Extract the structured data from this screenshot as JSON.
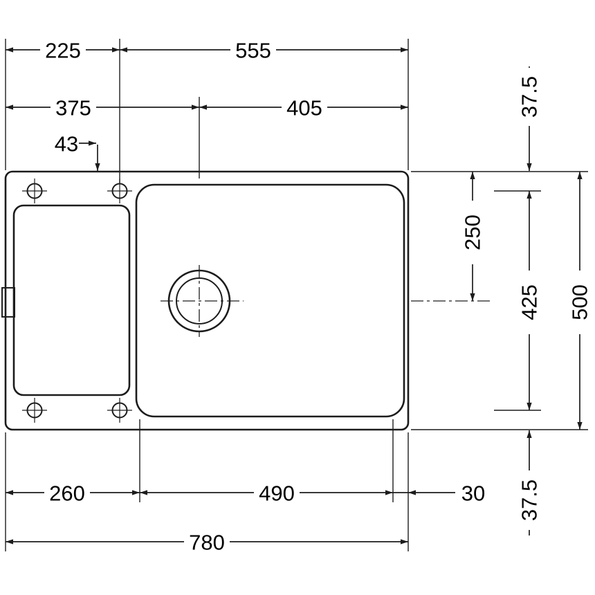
{
  "drawing": {
    "type": "technical-dimension-drawing",
    "view": "plan"
  },
  "labels": {
    "top": {
      "d225": "225",
      "d555": "555",
      "d375": "375",
      "d405": "405",
      "d43": "43"
    },
    "right": {
      "d37_5_top": "37.5",
      "d250": "250",
      "d425": "425",
      "d500": "500",
      "d37_5_bottom": "37.5"
    },
    "bottom": {
      "d260": "260",
      "d490": "490",
      "d30": "30",
      "d780": "780"
    }
  },
  "colors": {
    "line": "#1c1c1c",
    "text": "#000000",
    "background": "#ffffff"
  }
}
